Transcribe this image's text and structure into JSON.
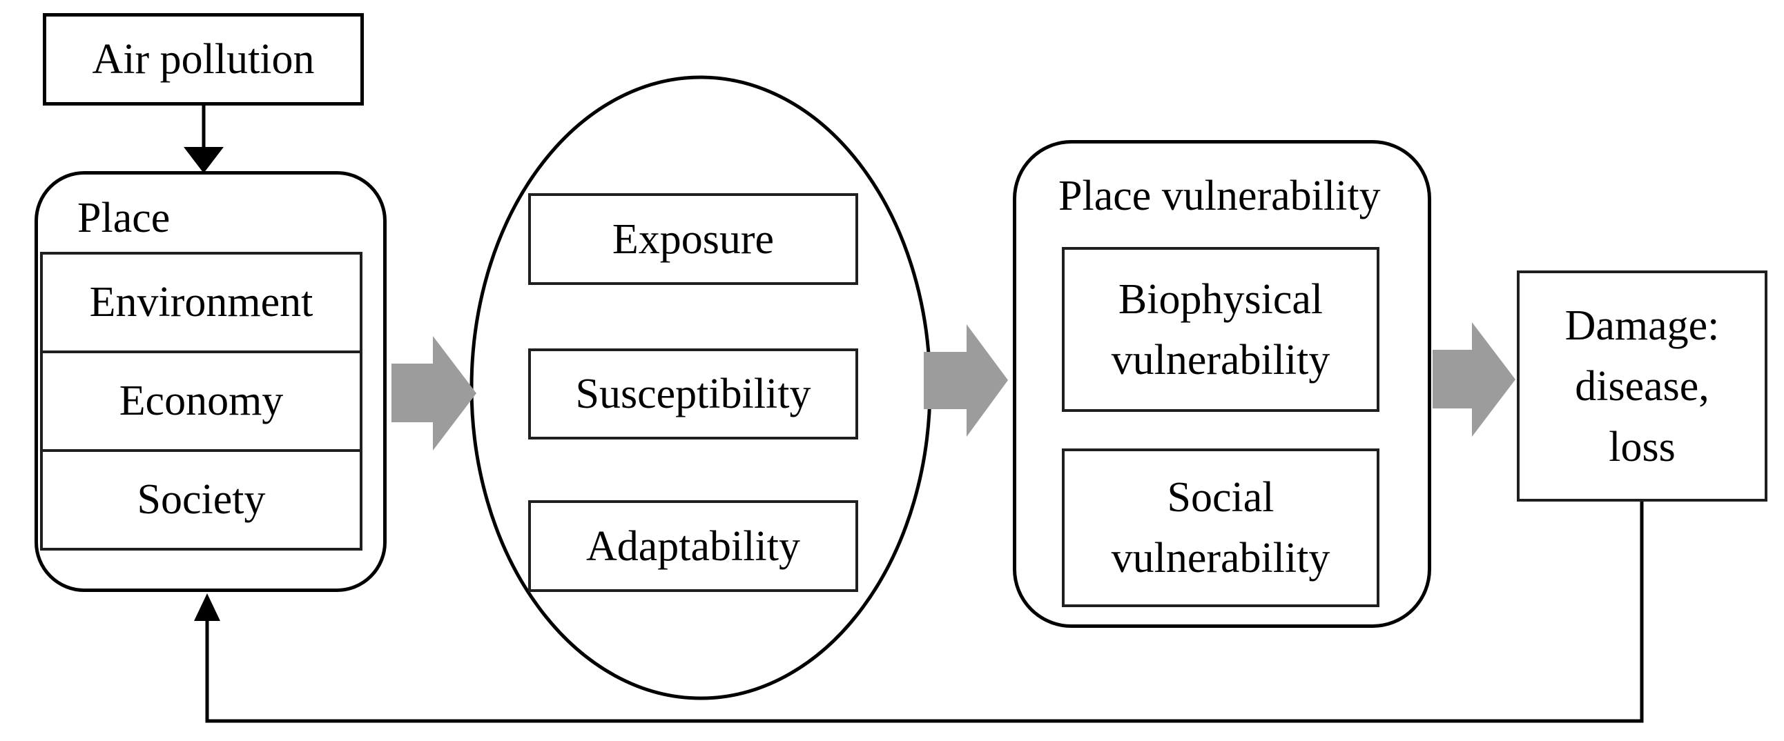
{
  "colors": {
    "background": "#ffffff",
    "line": "#000000",
    "inner_border": "#1f1f1f",
    "arrow_gray": "#9c9c9c",
    "text": "#000000"
  },
  "nodes": {
    "air_pollution": {
      "label": "Air pollution"
    },
    "place": {
      "label": "Place",
      "items": [
        {
          "label": "Environment"
        },
        {
          "label": "Economy"
        },
        {
          "label": "Society"
        }
      ]
    },
    "vulnerability_factors": {
      "items": [
        {
          "label": "Exposure"
        },
        {
          "label": "Susceptibility"
        },
        {
          "label": "Adaptability"
        }
      ]
    },
    "place_vulnerability": {
      "label": "Place vulnerability",
      "items": [
        {
          "lines": [
            "Biophysical",
            "vulnerability"
          ]
        },
        {
          "lines": [
            "Social",
            "vulnerability"
          ]
        }
      ]
    },
    "damage": {
      "lines": [
        "Damage:",
        "disease,",
        "loss"
      ]
    }
  },
  "connectors": {
    "air_to_place": "black-down-arrow",
    "place_to_factors": "gray-right-arrow",
    "factors_to_place_vulnerability": "gray-right-arrow",
    "place_vulnerability_to_damage": "gray-right-arrow",
    "damage_to_place_feedback": "black-elbow-up-arrow"
  }
}
